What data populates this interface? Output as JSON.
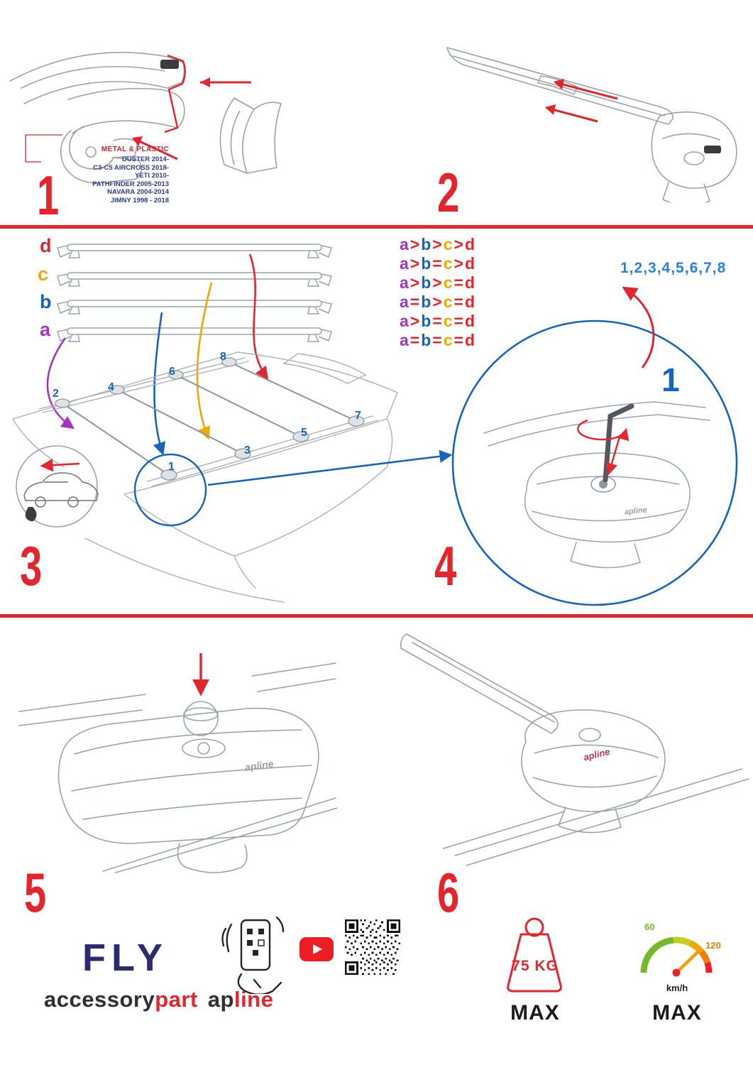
{
  "colors": {
    "accent_red": "#e5252c",
    "blue": "#1565c0",
    "sequence_blue": "#2f7fe0",
    "purple": "#a435c4",
    "orange": "#eda900",
    "models_navy": "#2b3990",
    "brand_navy": "#2b2a72",
    "youtube_red": "#ed1d24",
    "gauge_green": "#76b82a",
    "gauge_orange": "#f07f00"
  },
  "step1": {
    "number": "1",
    "material_label": "METAL & PLASTIC",
    "models": [
      "DUSTER 2014-",
      "C3-C5 AIRCROSS 2018-",
      "YETI 2010-",
      "PATHFINDER 2005-2013",
      "NAVARA 2004-2014",
      "JIMNY 1998 - 2018"
    ]
  },
  "step2": {
    "number": "2"
  },
  "step3": {
    "number": "3",
    "bar_labels": [
      "d",
      "c",
      "b",
      "a"
    ],
    "size_rules": [
      [
        "a",
        ">",
        "b",
        ">",
        "c",
        ">",
        "d"
      ],
      [
        "a",
        ">",
        "b",
        "=",
        "c",
        ">",
        "d"
      ],
      [
        "a",
        ">",
        "b",
        ">",
        "c",
        "=",
        "d"
      ],
      [
        "a",
        "=",
        "b",
        ">",
        "c",
        "=",
        "d"
      ],
      [
        "a",
        ">",
        "b",
        "=",
        "c",
        "=",
        "d"
      ],
      [
        "a",
        "=",
        "b",
        "=",
        "c",
        "=",
        "d"
      ]
    ],
    "positions": [
      "1",
      "2",
      "3",
      "4",
      "5",
      "6",
      "7",
      "8"
    ]
  },
  "step4": {
    "number": "4",
    "tighten_sequence": "1,2,3,4,5,6,7,8",
    "sequence_start": "1",
    "foot_brand": "apline"
  },
  "step5": {
    "number": "5",
    "foot_brand": "apline"
  },
  "step6": {
    "number": "6",
    "foot_brand": "apline"
  },
  "footer": {
    "brand_fly": "FLY",
    "brand_accessory": "accessory",
    "brand_part": "part",
    "brand_ap": "ap",
    "brand_line": "line",
    "weight_limit": "75 KG",
    "weight_max": "MAX",
    "speed_60": "60",
    "speed_120": "120",
    "speed_unit": "km/h",
    "speed_max": "MAX"
  }
}
